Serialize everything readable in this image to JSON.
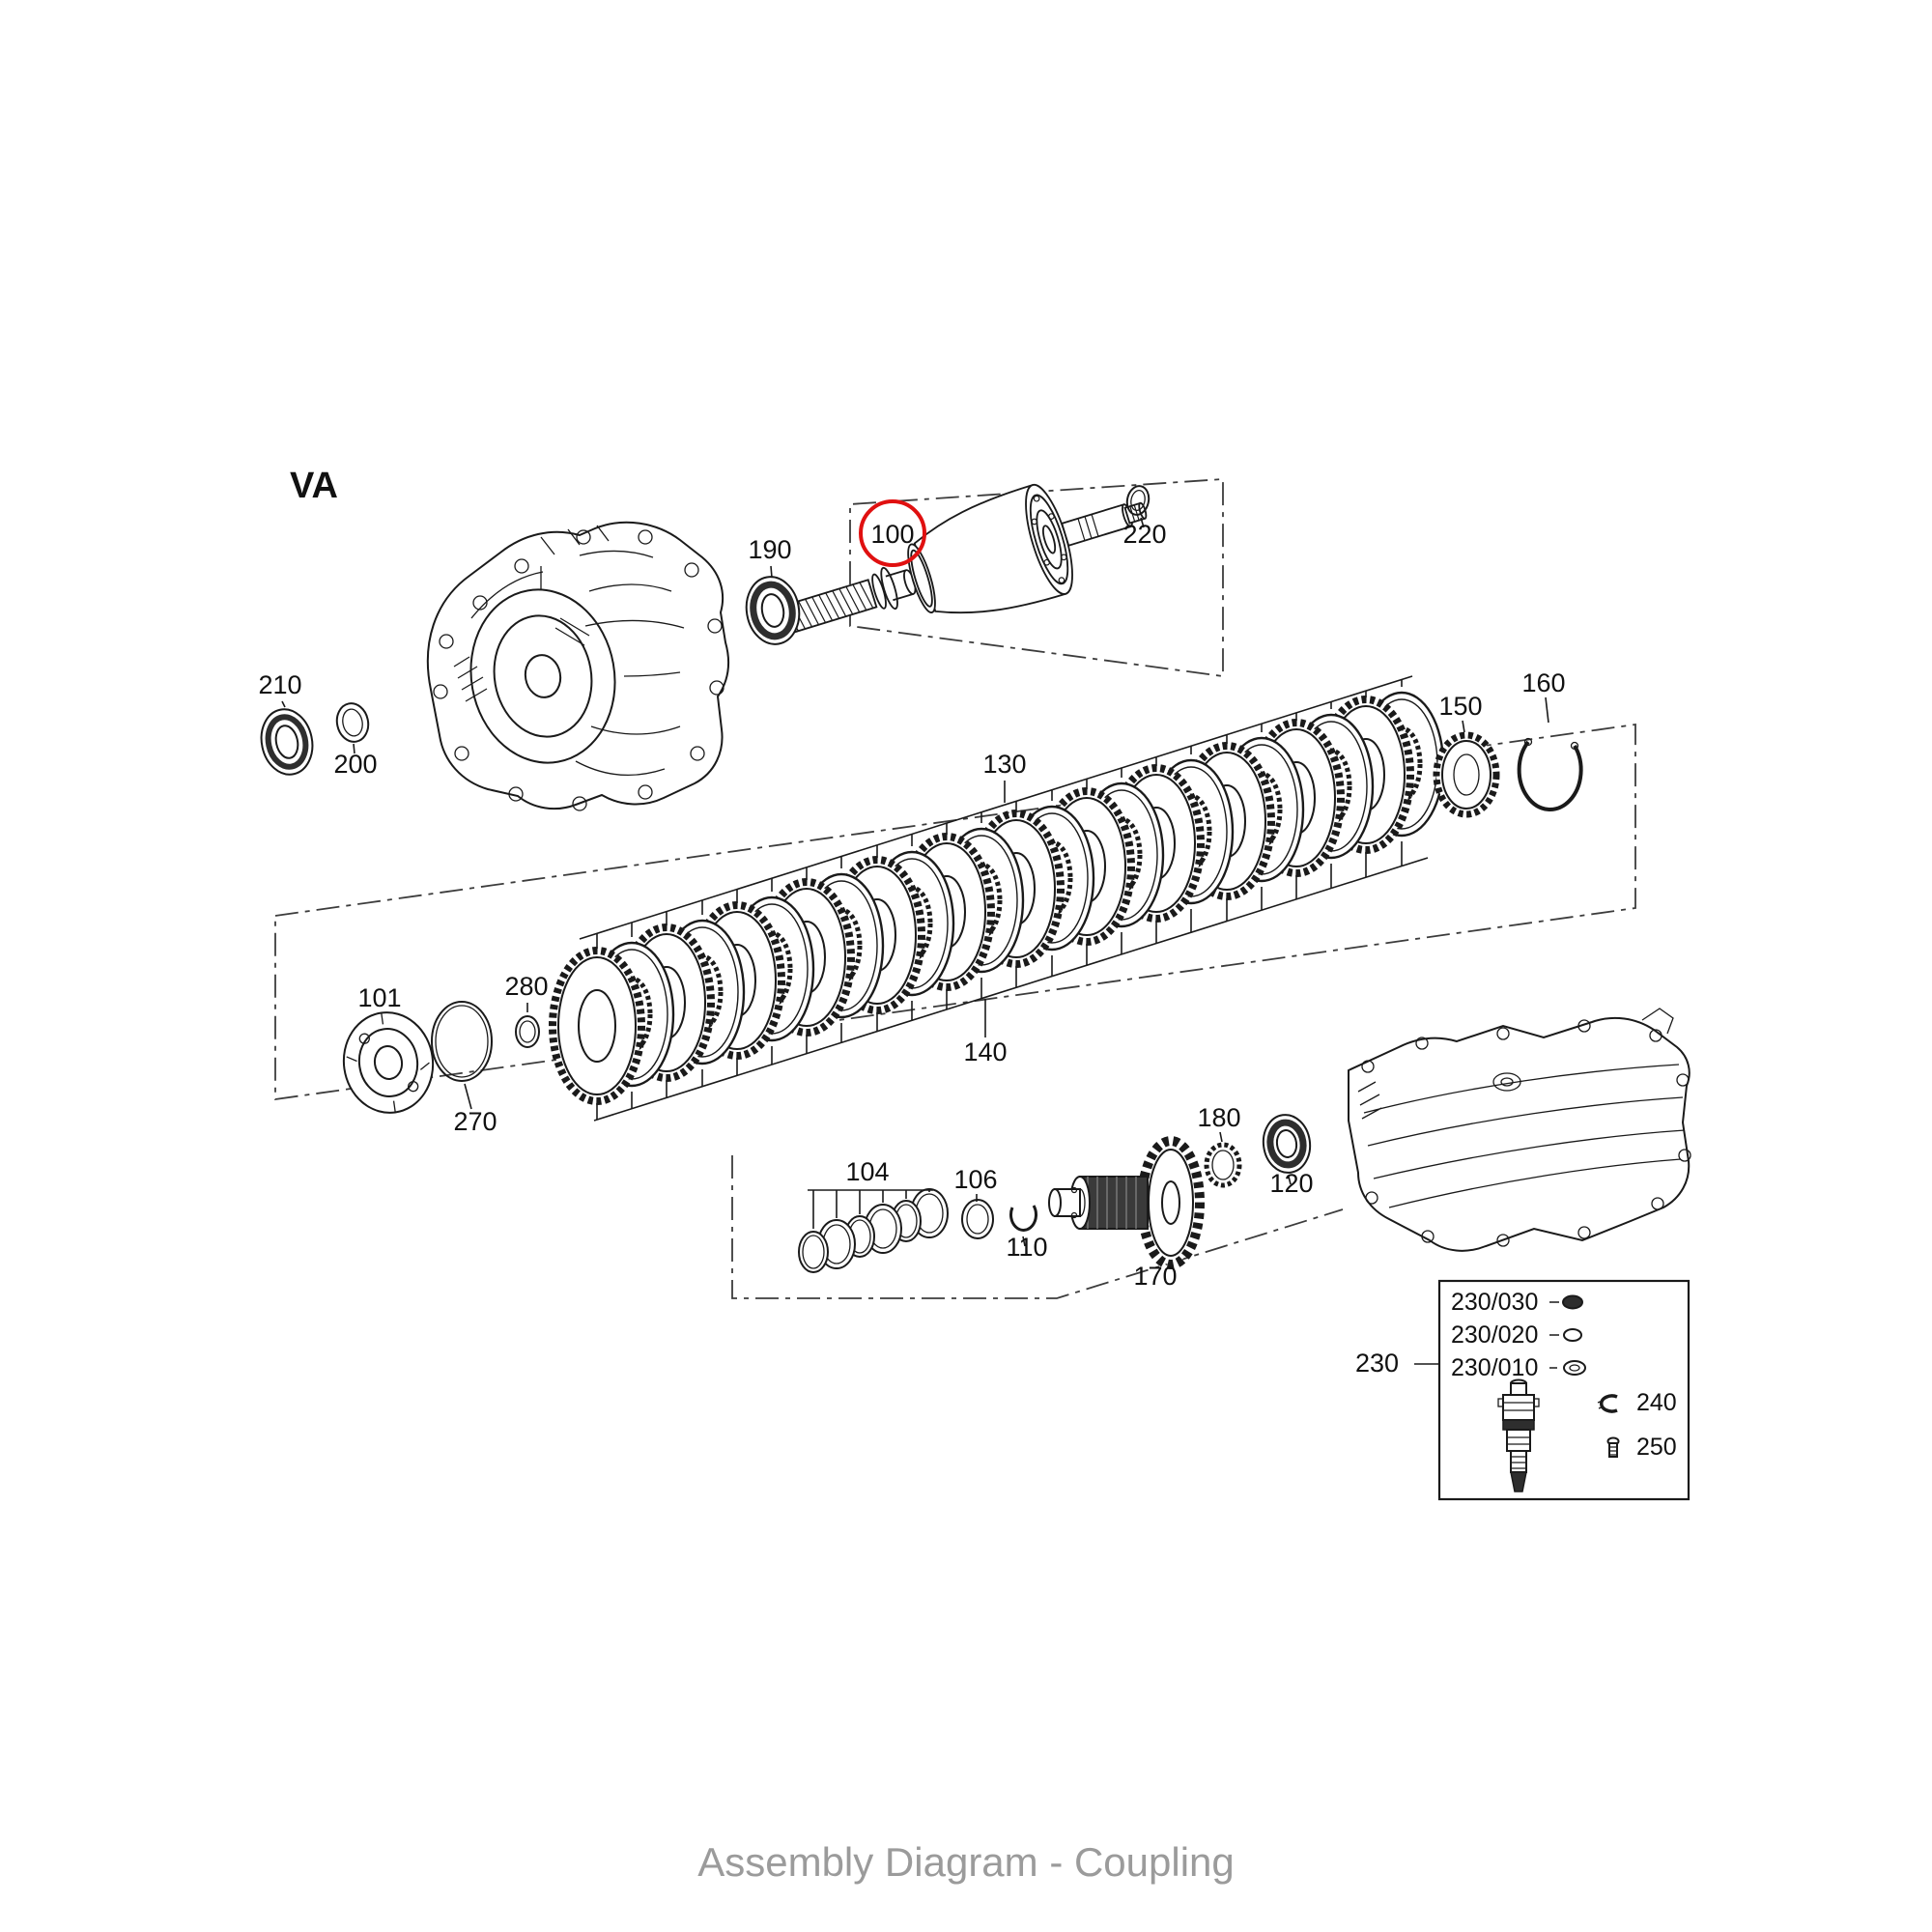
{
  "header": {
    "variant_label": "VA"
  },
  "footer": {
    "caption": "Assembly Diagram - Coupling"
  },
  "highlight": {
    "part": "100",
    "color": "#e01010"
  },
  "part_labels": {
    "p100": "100",
    "p101": "101",
    "p104": "104",
    "p106": "106",
    "p110": "110",
    "p120": "120",
    "p130": "130",
    "p140": "140",
    "p150": "150",
    "p160": "160",
    "p170": "170",
    "p180": "180",
    "p190": "190",
    "p200": "200",
    "p210": "210",
    "p220": "220",
    "p230": "230",
    "p240": "240",
    "p250": "250",
    "p270": "270",
    "p280": "280",
    "p230_030": "230/030",
    "p230_020": "230/020",
    "p230_010": "230/010"
  }
}
